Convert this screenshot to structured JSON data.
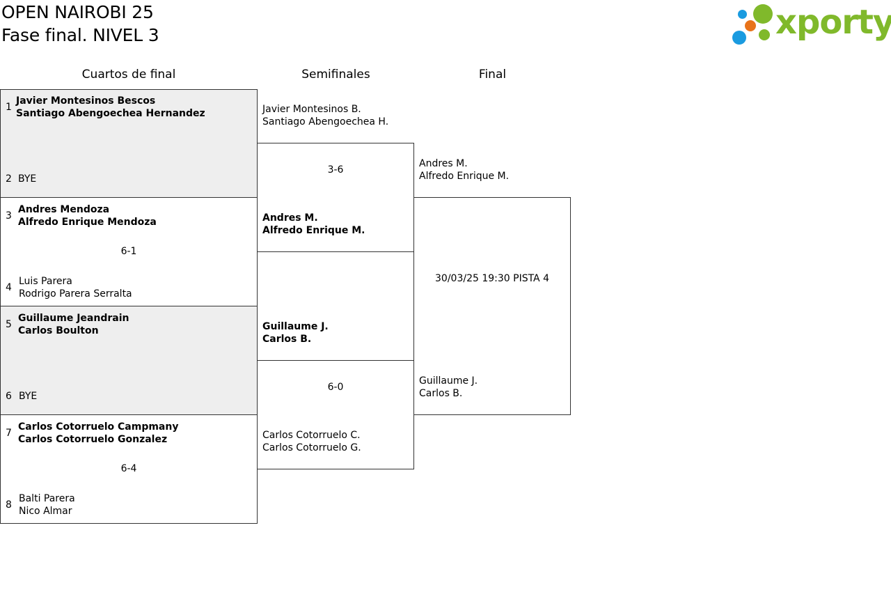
{
  "header": {
    "tournament": "OPEN NAIROBI 25",
    "phase": "Fase final. NIVEL 3",
    "logo_text": "xporty",
    "logo_colors": {
      "green": "#80b92b",
      "blue": "#1a9be0",
      "orange": "#e8731a"
    }
  },
  "rounds": {
    "quarters": "Cuartos de final",
    "semis": "Semifinales",
    "final": "Final"
  },
  "quarterfinals": [
    {
      "seed_a": "1",
      "team_a": [
        "Javier Montesinos Bescos",
        "Santiago Abengoechea Hernandez"
      ],
      "seed_b": "2",
      "team_b": [
        "BYE"
      ],
      "score": ""
    },
    {
      "seed_a": "3",
      "team_a": [
        "Andres Mendoza",
        "Alfredo Enrique Mendoza"
      ],
      "seed_b": "4",
      "team_b": [
        "Luis Parera",
        "Rodrigo Parera Serralta"
      ],
      "score": "6-1"
    },
    {
      "seed_a": "5",
      "team_a": [
        "Guillaume Jeandrain",
        "Carlos Boulton"
      ],
      "seed_b": "6",
      "team_b": [
        "BYE"
      ],
      "score": ""
    },
    {
      "seed_a": "7",
      "team_a": [
        "Carlos Cotorruelo Campmany",
        "Carlos Cotorruelo Gonzalez"
      ],
      "seed_b": "8",
      "team_b": [
        "Balti Parera",
        "Nico Almar"
      ],
      "score": "6-4"
    }
  ],
  "semifinals": [
    {
      "team_a": [
        "Javier Montesinos B.",
        "Santiago Abengoechea H."
      ],
      "team_b": [
        "Andres M.",
        "Alfredo Enrique M."
      ],
      "score": "3-6"
    },
    {
      "team_a": [
        "Guillaume J.",
        "Carlos B."
      ],
      "team_b": [
        "Carlos Cotorruelo C.",
        "Carlos Cotorruelo G."
      ],
      "score": "6-0"
    }
  ],
  "final": {
    "team_a": [
      "Andres M.",
      "Alfredo Enrique M."
    ],
    "team_b": [
      "Guillaume J.",
      "Carlos B."
    ],
    "schedule": "30/03/25 19:30 PISTA 4"
  }
}
